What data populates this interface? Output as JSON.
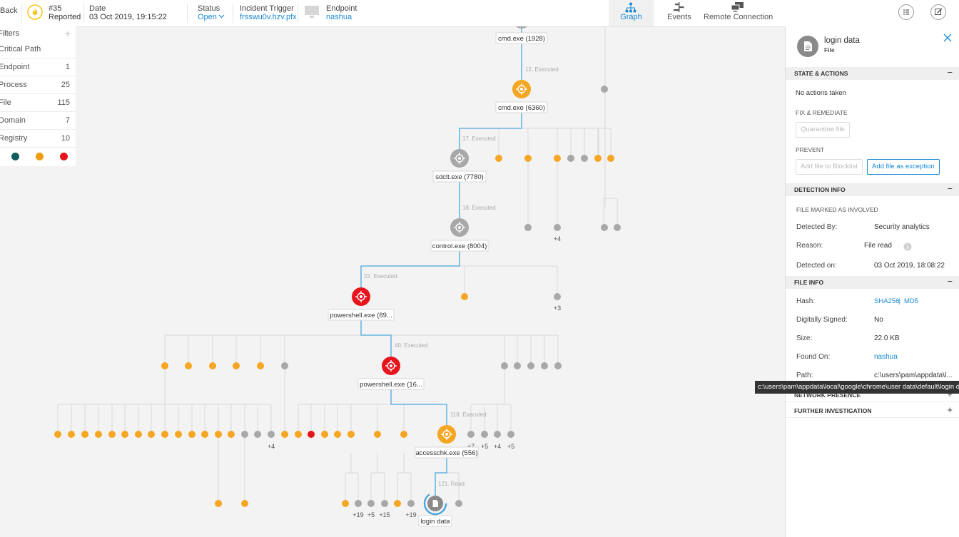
{
  "topbar": {
    "back": "Back",
    "incident": {
      "number": "#35",
      "state": "Reported"
    },
    "date": {
      "label": "Date",
      "value": "03 Oct 2019, 19:15:22"
    },
    "status": {
      "label": "Status",
      "value": "Open"
    },
    "trigger": {
      "label": "Incident Trigger",
      "value": "frsswu0v.hzv.pfx"
    },
    "endpoint": {
      "label": "Endpoint",
      "value": "nashua"
    },
    "nav": {
      "graph": "Graph",
      "events": "Events",
      "remote": "Remote Connection"
    }
  },
  "filters": {
    "title": "Filters",
    "items": [
      {
        "label": "Critical Path",
        "count": ""
      },
      {
        "label": "Endpoint",
        "count": "1"
      },
      {
        "label": "Process",
        "count": "25"
      },
      {
        "label": "File",
        "count": "115"
      },
      {
        "label": "Domain",
        "count": "7"
      },
      {
        "label": "Registry",
        "count": "10"
      }
    ],
    "severity_colors": [
      "#0e5c5c",
      "#f39c12",
      "#e8141c"
    ]
  },
  "graph": {
    "nodes": {
      "cmd1": "cmd.exe (1928)",
      "cmd2": "cmd.exe (6360)",
      "sdclt": "sdclt.exe (7780)",
      "control": "control.exe (8004)",
      "ps1": "powershell.exe (89...",
      "ps2": "powershell.exe (16...",
      "accesschk": "accesschk.exe (556)",
      "login": "login data"
    },
    "edges": {
      "e12": "12. Executed",
      "e17": "17. Executed",
      "e18": "18. Executed",
      "e22": "22. Executed",
      "e40": "40. Executed",
      "e118": "118. Executed",
      "e121": "121. Read"
    },
    "counts": {
      "c1": "+4",
      "c2": "+3",
      "c3": "+4",
      "c4": "+7",
      "c5": "+5",
      "c6": "+4",
      "c7": "+5",
      "c8": "+19",
      "c9": "+5",
      "c10": "+15",
      "c11": "+19"
    },
    "colors": {
      "orange": "#f5a623",
      "grey": "#a8a8a8",
      "red": "#e8141c",
      "edge": "#4aa8e0"
    }
  },
  "panel": {
    "title": "login data",
    "subtitle": "File",
    "state_actions": {
      "title": "STATE & ACTIONS",
      "no_actions": "No actions taken",
      "fix_label": "FIX & REMEDIATE",
      "quarantine": "Quarantine file",
      "prevent_label": "PREVENT",
      "blocklist": "Add file to Blocklist",
      "exception": "Add file as exception"
    },
    "detection": {
      "title": "DETECTION INFO",
      "marked": "FILE MARKED AS INVOLVED",
      "by_key": "Detected By:",
      "by_val": "Security analytics",
      "reason_key": "Reason:",
      "reason_val": "File read",
      "on_key": "Detected on:",
      "on_val": "03 Oct 2019, 18:08:22"
    },
    "file_info": {
      "title": "FILE INFO",
      "hash_key": "Hash:",
      "sha": "SHA256",
      "sep": "|",
      "md5": "MD5",
      "signed_key": "Digitally Signed:",
      "signed_val": "No",
      "size_key": "Size:",
      "size_val": "22.0 KB",
      "found_key": "Found On:",
      "found_val": "nashua",
      "path_key": "Path:",
      "path_val": "c:\\users\\pam\\appdata\\l..."
    },
    "network": {
      "title": "NETWORK PRESENCE"
    },
    "further": {
      "title": "FURTHER INVESTIGATION"
    }
  },
  "tooltip": "c:\\users\\pam\\appdata\\local\\google\\chrome\\user data\\default\\login data"
}
